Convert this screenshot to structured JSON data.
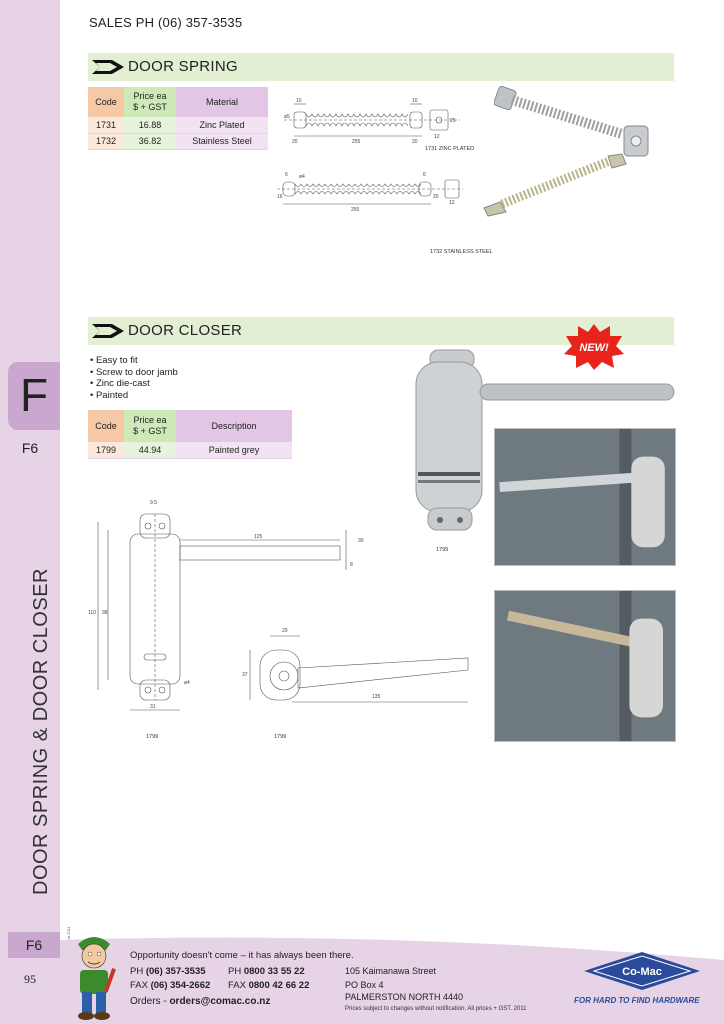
{
  "sales": {
    "label": "SALES",
    "ph_label": "PH",
    "phone": "(06) 357-3535"
  },
  "sidebar": {
    "letter": "F",
    "code_top": "F6",
    "title": "DOOR SPRING & DOOR CLOSER",
    "code_bottom": "F6",
    "page_number": "95",
    "copyright": "© Co-Mac (PN) Ltd 2011"
  },
  "door_spring": {
    "title": "DOOR SPRING",
    "headers": {
      "code": "Code",
      "price_line1": "Price ea",
      "price_line2": "$ + GST",
      "material": "Material"
    },
    "rows": [
      {
        "code": "1731",
        "price": "16.88",
        "material": "Zinc Plated"
      },
      {
        "code": "1732",
        "price": "36.82",
        "material": "Stainless Steel"
      }
    ],
    "dims_top": {
      "d1": "10",
      "d2": "10",
      "d3": "255",
      "d4": "20",
      "d5": "20",
      "d6": "ø5",
      "d7": "12",
      "d8": "25"
    },
    "dims_bottom": {
      "d1": "6",
      "d2": "6",
      "d3": "ø4",
      "d4": "255",
      "d5": "16",
      "d6": "20",
      "d7": "12"
    },
    "caption_zinc": "1731 ZINC PLATED",
    "caption_ss": "1732 STAINLESS STEEL"
  },
  "door_closer": {
    "title": "DOOR CLOSER",
    "new_badge": "NEW!",
    "bullets": [
      "• Easy to fit",
      "• Screw to door jamb",
      "• Zinc die-cast",
      "• Painted"
    ],
    "headers": {
      "code": "Code",
      "price_line1": "Price ea",
      "price_line2": "$ + GST",
      "description": "Description"
    },
    "rows": [
      {
        "code": "1799",
        "price": "44.94",
        "description": "Painted grey"
      }
    ],
    "dims_front": {
      "d1": "9.5",
      "d2": "125",
      "d3": "30",
      "d4": "8",
      "d5": "110",
      "d6": "98",
      "d7": "ø4",
      "d8": "31"
    },
    "dims_top": {
      "d1": "20",
      "d2": "37",
      "d3": "135"
    },
    "caption_photo": "1799",
    "caption_front": "1799",
    "caption_top": "1799"
  },
  "footer": {
    "quote": "Opportunity doesn't come – it has always been there.",
    "ph1_label": "PH",
    "ph1": "(06) 357-3535",
    "ph2_label": "PH",
    "ph2": "0800 33 55 22",
    "fax1_label": "FAX",
    "fax1": "(06) 354-2662",
    "fax2_label": "FAX",
    "fax2": "0800 42 66 22",
    "orders_label": "Orders -",
    "orders_email": "orders@comac.co.nz",
    "address1": "105 Kaimanawa Street",
    "address2": "PO Box 4",
    "address3": "PALMERSTON NORTH 4440",
    "disclaimer": "Prices subject to changes without notification. All prices + GST. 2011",
    "logo_text": "Co-Mac",
    "slogan": "FOR HARD TO FIND HARDWARE"
  },
  "colors": {
    "sidebar": "#e6d3e6",
    "tab": "#c9a7cf",
    "banner": "#e2efd3",
    "brand_blue": "#2a4b9b"
  }
}
